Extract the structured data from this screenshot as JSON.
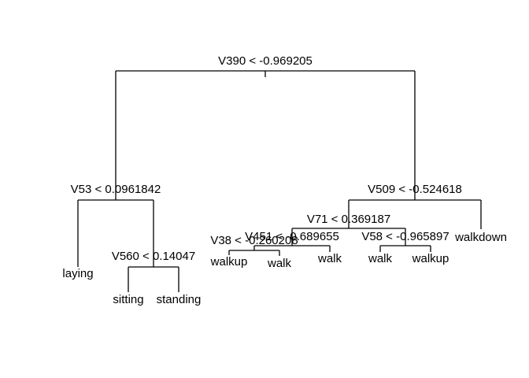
{
  "tree": {
    "splits": [
      {
        "id": "root",
        "label": "V390 < -0.969205"
      },
      {
        "id": "n2",
        "label": "V53 < 0.0961842"
      },
      {
        "id": "n3",
        "label": "V509 < -0.524618"
      },
      {
        "id": "n5",
        "label": "V560 < 0.14047"
      },
      {
        "id": "n6",
        "label": "V71 < 0.369187"
      },
      {
        "id": "n12",
        "label": "V451 < -0.689655"
      },
      {
        "id": "n13",
        "label": "V58 < -0.965897"
      },
      {
        "id": "n24",
        "label": "V38 < -0.260208"
      }
    ],
    "leaves": [
      {
        "id": "l_laying",
        "label": "laying"
      },
      {
        "id": "l_sitting",
        "label": "sitting"
      },
      {
        "id": "l_standing",
        "label": "standing"
      },
      {
        "id": "l_walkup1",
        "label": "walkup"
      },
      {
        "id": "l_walk1",
        "label": "walk"
      },
      {
        "id": "l_walk2",
        "label": "walk"
      },
      {
        "id": "l_walk3",
        "label": "walk"
      },
      {
        "id": "l_walkup2",
        "label": "walkup"
      },
      {
        "id": "l_walkdown",
        "label": "walkdown"
      }
    ]
  }
}
